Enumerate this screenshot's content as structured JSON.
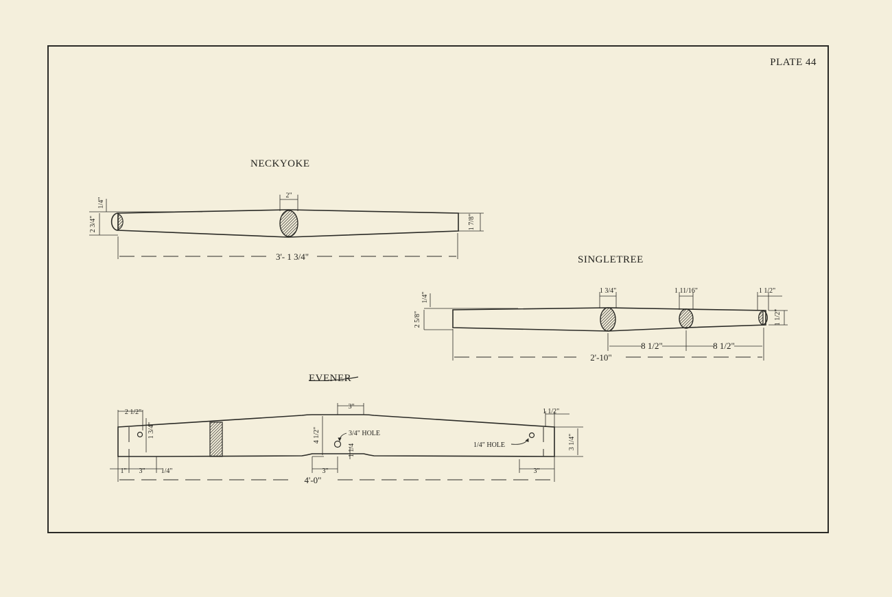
{
  "plate": {
    "label": "PLATE 44"
  },
  "neckyoke": {
    "title": "NECKYOKE",
    "dims": {
      "top_small": "1/4\"",
      "end_height": "2 3/4\"",
      "center_width": "2\"",
      "end_right": "1 7/8\"",
      "overall": "3'- 1 3/4\""
    }
  },
  "singletree": {
    "title": "SINGLETREE",
    "dims": {
      "top_small": "1/4\"",
      "end_height": "2 5/8\"",
      "center_width": "1 3/4\"",
      "mid_width": "1 11/16\"",
      "end_width": "1 1/2\"",
      "right_height": "1 1/2\"",
      "spacing_left": "8 1/2\"",
      "spacing_right": "8 1/2\"",
      "overall": "2'-10\""
    }
  },
  "evener": {
    "title": "EVENER",
    "dims": {
      "left_width": "2 1/2\"",
      "left_hole_height": "1 3/4\"",
      "center_width": "3\"",
      "center_height": "4 1/2\"",
      "center_hole_note": "3/4\" HOLE",
      "center_hole_offset": "1 1/4",
      "end_hole_note": "1/4\" HOLE",
      "right_width": "1 1/2\"",
      "right_height": "3 1/4\"",
      "bottom_a": "1\"",
      "bottom_b": "3\"",
      "bottom_c": "1/4\"",
      "bottom_center": "3\"",
      "bottom_right": "3\"",
      "overall": "4'-0\""
    }
  }
}
